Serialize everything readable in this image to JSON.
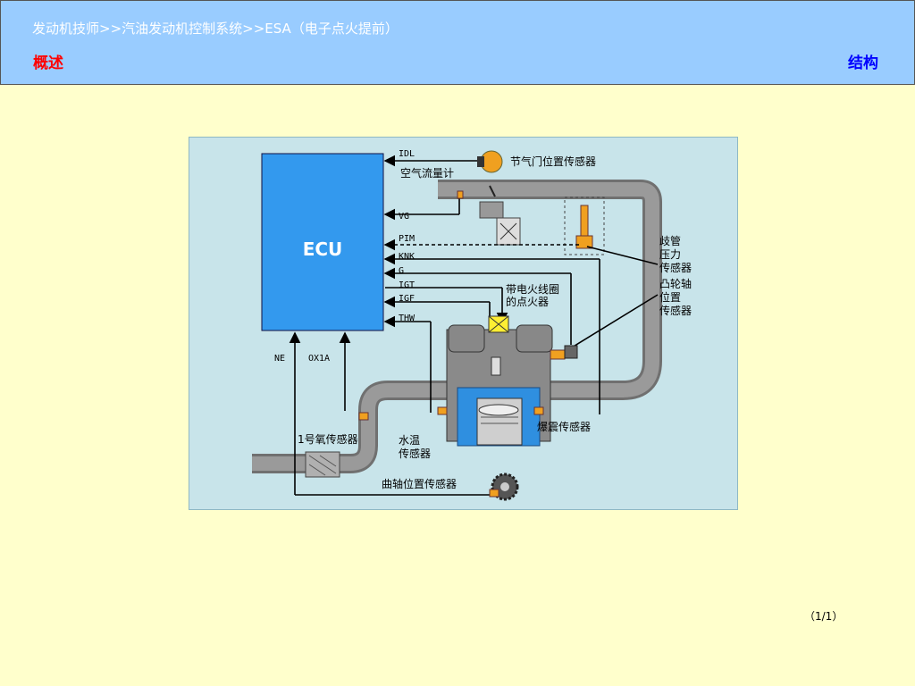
{
  "header": {
    "breadcrumb": "发动机技师>>汽油发动机控制系统>>ESA（电子点火提前）",
    "tab_overview": "概述",
    "tab_structure": "结构"
  },
  "diagram": {
    "ecu": "ECU",
    "signals": {
      "idl": "IDL",
      "vg": "VG",
      "pim": "PIM",
      "knk": "KNK",
      "g": "G",
      "igt": "IGT",
      "igf": "IGF",
      "thw": "THW",
      "ne": "NE",
      "ox1a": "OX1A"
    },
    "labels": {
      "throttle_sensor": "节气门位置传感器",
      "air_flow_meter": "空气流量计",
      "manifold_pressure": [
        "歧管",
        "压力",
        "传感器"
      ],
      "cam_position": [
        "凸轮轴",
        "位置",
        "传感器"
      ],
      "igniter": [
        "带电火线圈",
        "的点火器"
      ],
      "knock_sensor": "爆震传感器",
      "water_temp": [
        "水温",
        "传感器"
      ],
      "oxygen_sensor": "1号氧传感器",
      "crank_position": "曲轴位置传感器"
    }
  },
  "footer": {
    "page_indicator": "（1/1）"
  },
  "colors": {
    "header_bg": "#99ccff",
    "page_bg": "#ffffcc",
    "ecu": "#3399ee",
    "pipe": "#7a7a7a",
    "sensor": "#f0a020"
  }
}
